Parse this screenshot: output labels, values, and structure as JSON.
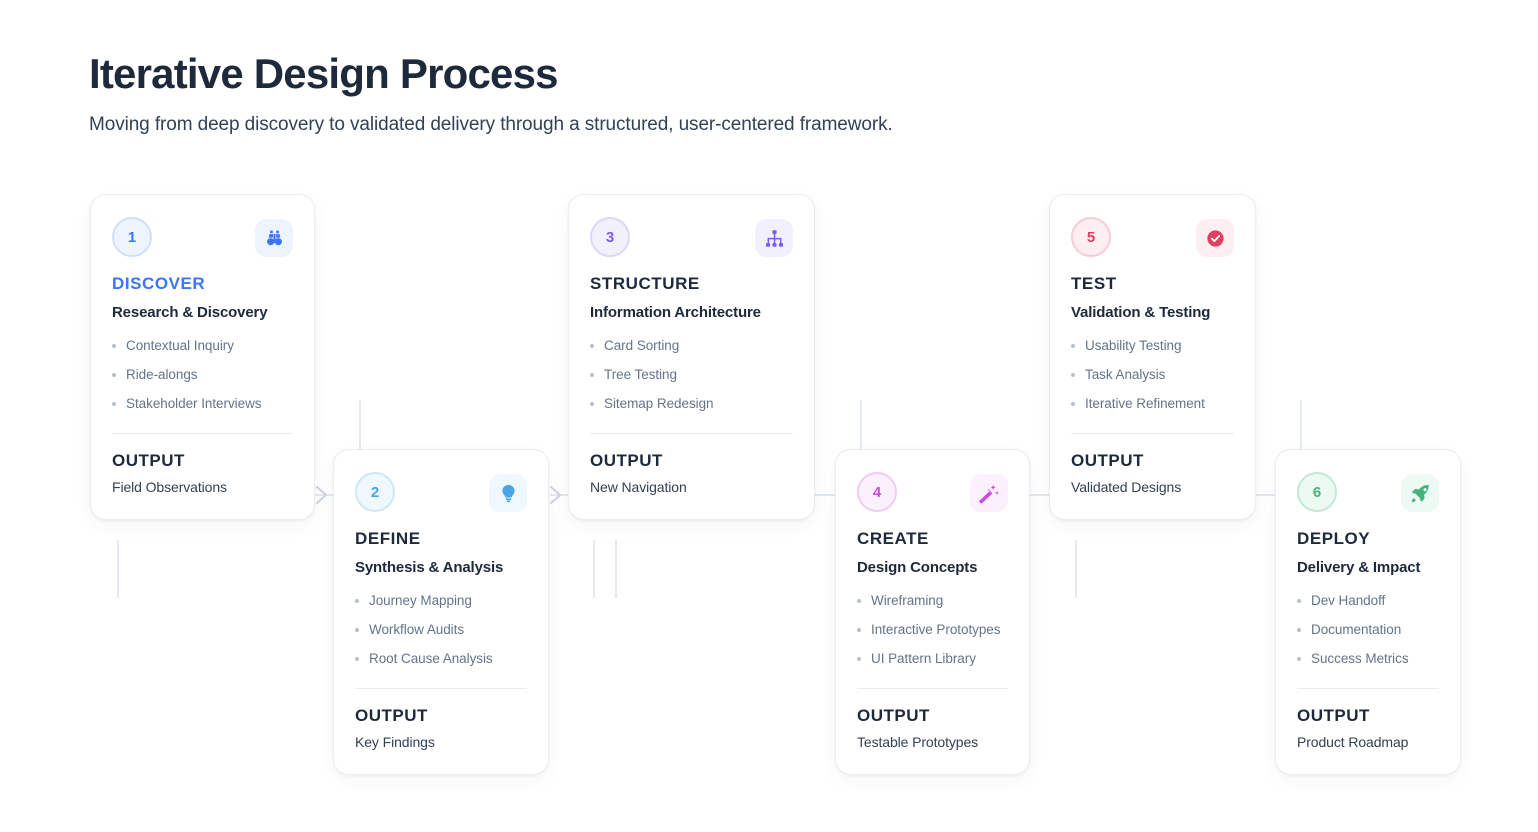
{
  "header": {
    "title": "Iterative Design Process",
    "subtitle": "Moving from deep discovery to validated delivery through a structured, user-centered framework."
  },
  "labels": {
    "output_heading": "OUTPUT"
  },
  "colors": {
    "title": "#1e293b",
    "subtitle": "#334155",
    "bullet_text": "#64748b",
    "connector": "#e4e9f0",
    "card_border": "#eaeef4",
    "card_bg": "#ffffff",
    "page_bg": "#ffffff"
  },
  "steps": [
    {
      "number": "1",
      "phase": "DISCOVER",
      "subtitle": "Research & Discovery",
      "bullets": [
        "Contextual Inquiry",
        "Ride-alongs",
        "Stakeholder Interviews"
      ],
      "output": "Field Observations",
      "icon": "binoculars-icon",
      "accent": "#3b76f6",
      "accent_soft": "#eef4fe",
      "accent_ring": "#cfe0fc",
      "label_highlighted": true
    },
    {
      "number": "2",
      "phase": "DEFINE",
      "subtitle": "Synthesis & Analysis",
      "bullets": [
        "Journey Mapping",
        "Workflow Audits",
        "Root Cause Analysis"
      ],
      "output": "Key Findings",
      "icon": "lightbulb-icon",
      "accent": "#4ba3e8",
      "accent_soft": "#eff8fe",
      "accent_ring": "#cfe8f8",
      "label_highlighted": false
    },
    {
      "number": "3",
      "phase": "STRUCTURE",
      "subtitle": "Information Architecture",
      "bullets": [
        "Card Sorting",
        "Tree Testing",
        "Sitemap Redesign"
      ],
      "output": "New Navigation",
      "icon": "sitemap-icon",
      "accent": "#7c5cf0",
      "accent_soft": "#f3f0fe",
      "accent_ring": "#ddd6fa",
      "label_highlighted": false
    },
    {
      "number": "4",
      "phase": "CREATE",
      "subtitle": "Design Concepts",
      "bullets": [
        "Wireframing",
        "Interactive Prototypes",
        "UI Pattern Library"
      ],
      "output": "Testable Prototypes",
      "icon": "magic-wand-icon",
      "accent": "#cc4ae0",
      "accent_soft": "#fbf0fd",
      "accent_ring": "#f0cbf6",
      "label_highlighted": false
    },
    {
      "number": "5",
      "phase": "TEST",
      "subtitle": "Validation & Testing",
      "bullets": [
        "Usability Testing",
        "Task Analysis",
        "Iterative Refinement"
      ],
      "output": "Validated Designs",
      "icon": "check-circle-icon",
      "accent": "#e0405f",
      "accent_soft": "#fdeef1",
      "accent_ring": "#f7ccd5",
      "label_highlighted": false
    },
    {
      "number": "6",
      "phase": "DEPLOY",
      "subtitle": "Delivery & Impact",
      "bullets": [
        "Dev Handoff",
        "Documentation",
        "Success Metrics"
      ],
      "output": "Product Roadmap",
      "icon": "rocket-icon",
      "accent": "#45b57e",
      "accent_soft": "#edfaf2",
      "accent_ring": "#c2e9d4",
      "label_highlighted": false
    }
  ]
}
